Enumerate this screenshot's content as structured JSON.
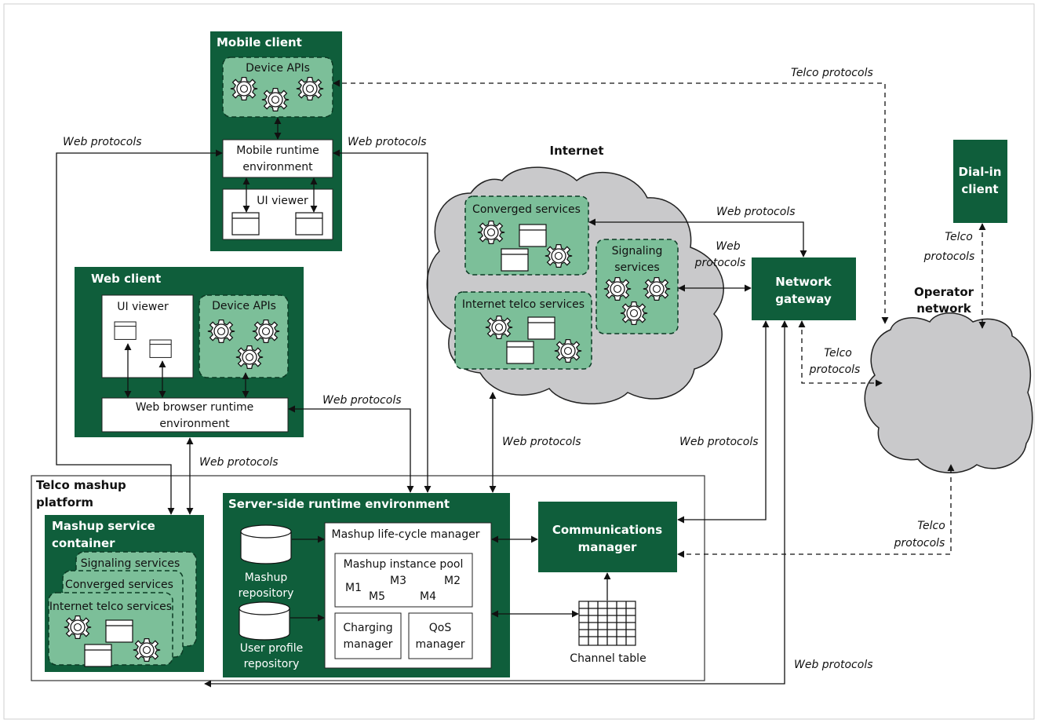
{
  "mobile_client": {
    "title": "Mobile client",
    "device_apis": "Device APIs",
    "runtime_line1": "Mobile runtime",
    "runtime_line2": "environment",
    "ui_viewer": "UI viewer"
  },
  "web_client": {
    "title": "Web client",
    "ui_viewer": "UI viewer",
    "device_apis": "Device APIs",
    "runtime_line1": "Web browser runtime",
    "runtime_line2": "environment"
  },
  "internet": {
    "title": "Internet",
    "converged_services": "Converged services",
    "internet_telco_services": "Internet telco services",
    "signaling_line1": "Signaling",
    "signaling_line2": "services"
  },
  "network_gateway": {
    "line1": "Network",
    "line2": "gateway"
  },
  "dial_in_client": {
    "line1": "Dial-in",
    "line2": "client"
  },
  "operator_network": {
    "line1": "Operator",
    "line2": "network"
  },
  "platform": {
    "title_line1": "Telco mashup",
    "title_line2": "platform",
    "container_line1": "Mashup service",
    "container_line2": "container",
    "signaling_services": "Signaling services",
    "converged_services": "Converged services",
    "internet_telco_services": "Internet telco services",
    "server_side_title": "Server-side runtime environment",
    "mashup_repo_line1": "Mashup",
    "mashup_repo_line2": "repository",
    "user_profile_line1": "User profile",
    "user_profile_line2": "repository",
    "lifecycle_manager": "Mashup life-cycle manager",
    "instance_pool": "Mashup instance pool",
    "instances": [
      "M1",
      "M3",
      "M2",
      "M5",
      "M4"
    ],
    "charging_line1": "Charging",
    "charging_line2": "manager",
    "qos_line1": "QoS",
    "qos_line2": "manager",
    "comms_line1": "Communications",
    "comms_line2": "manager",
    "channel_table": "Channel table"
  },
  "protocol_labels": {
    "web": "Web protocols",
    "web_stacked_1": "Web",
    "web_stacked_2": "protocols",
    "telco": "Telco protocols",
    "telco_stacked_1": "Telco",
    "telco_stacked_2": "protocols"
  },
  "colors": {
    "dark_green": "#0f5e3b",
    "service_green": "#7cbf99",
    "cloud_gray": "#c9c9cb"
  }
}
